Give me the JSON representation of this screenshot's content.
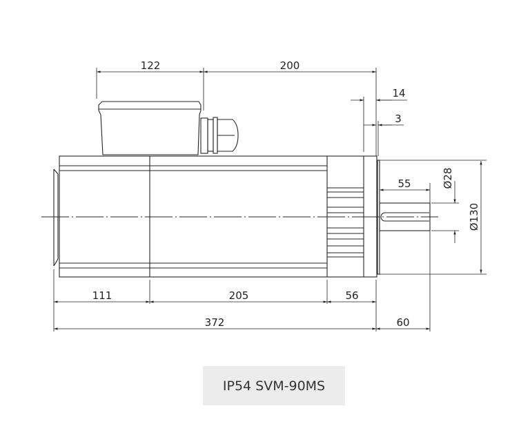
{
  "drawing": {
    "dimensions": {
      "box_length": "122",
      "box_to_flange": "200",
      "flange_thickness": "14",
      "flange_lip": "3",
      "shaft_diameter": "Ø28",
      "flange_diameter": "Ø130",
      "shaft_length": "55",
      "rear_section": "111",
      "mid_section": "205",
      "front_section": "56",
      "total_body": "372",
      "shaft_total": "60"
    }
  },
  "caption": {
    "model": "IP54 SVM-90MS"
  }
}
